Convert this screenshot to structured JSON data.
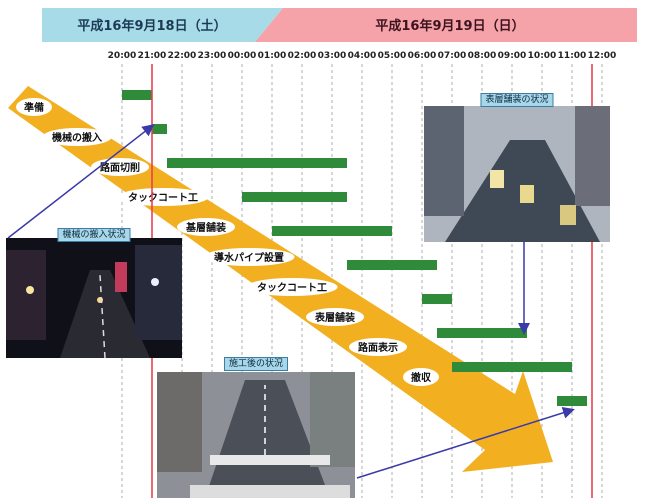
{
  "header": {
    "day1_label": "平成16年9月18日（土）",
    "day2_label": "平成16年9月19日（日）",
    "day1_color": "#a8dbe8",
    "day2_color": "#f5a3a8"
  },
  "times": [
    "20:00",
    "21:00",
    "22:00",
    "23:00",
    "00:00",
    "01:00",
    "02:00",
    "03:00",
    "04:00",
    "05:00",
    "06:00",
    "07:00",
    "08:00",
    "09:00",
    "10:00",
    "11:00",
    "12:00"
  ],
  "markers": {
    "start_time": "21:00",
    "end_time": "11:40",
    "line_color": "#e8424f"
  },
  "colors": {
    "bar": "#2f8a3a",
    "arrow": "#f2b020",
    "connector": "#3a3aa8"
  },
  "tasks": [
    {
      "label": "準備",
      "start": "20:00",
      "end": "21:00"
    },
    {
      "label": "機械の搬入",
      "start": "21:00",
      "end": "21:30"
    },
    {
      "label": "路面切削",
      "start": "21:30",
      "end": "03:30"
    },
    {
      "label": "タックコート工",
      "start": "00:00",
      "end": "03:30"
    },
    {
      "label": "基層舗装",
      "start": "01:00",
      "end": "05:00"
    },
    {
      "label": "導水パイプ設置",
      "start": "03:30",
      "end": "06:30"
    },
    {
      "label": "タックコート工",
      "start": "06:00",
      "end": "07:00"
    },
    {
      "label": "表層舗装",
      "start": "06:30",
      "end": "09:30"
    },
    {
      "label": "路面表示",
      "start": "07:00",
      "end": "11:00"
    },
    {
      "label": "撤収",
      "start": "10:30",
      "end": "11:30"
    }
  ],
  "photos": [
    {
      "caption": "機械の搬入状況",
      "scene": "night"
    },
    {
      "caption": "施工後の状況",
      "scene": "after"
    },
    {
      "caption": "表層舗装の状況",
      "scene": "paving"
    }
  ]
}
